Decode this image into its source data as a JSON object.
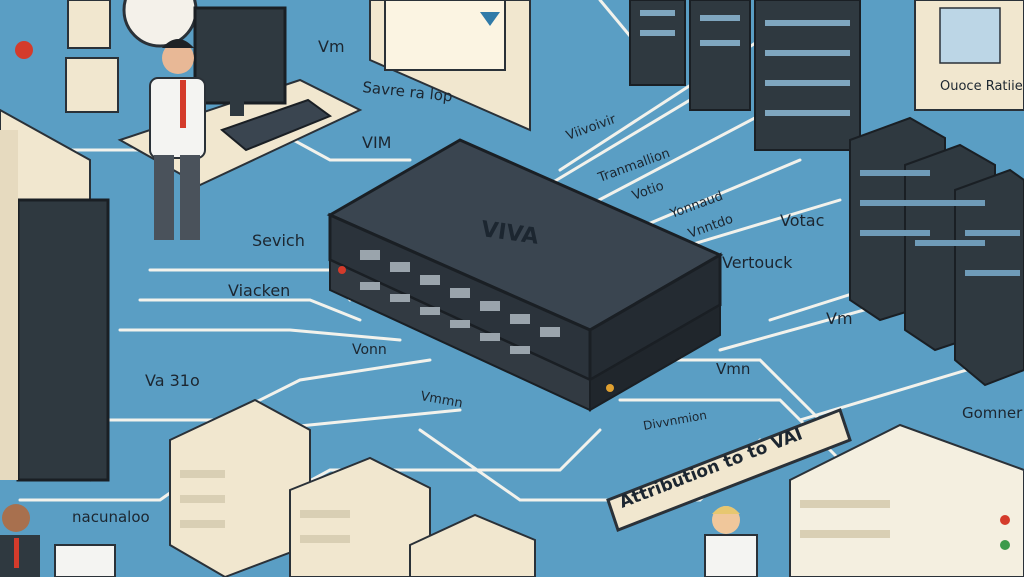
{
  "switch_logo": "VIVA",
  "labels": {
    "top_vm": "Vm",
    "server_rack_note": "Savre ra lop",
    "vm_upper": "VIM",
    "switch_left": "Sevich",
    "vlan_left": "Viacken",
    "vlan_id": "Va 31o",
    "vm_mid": "Vonn",
    "vm_lower": "Vmmn",
    "storage_note": "nacunaloo",
    "cable_bundle_1": "Viivoivir",
    "cable_bundle_2": "Tranmallion",
    "cable_bundle_3": "Votio",
    "cable_bundle_4": "Yonnaud",
    "cable_bundle_5": "Vnntdo",
    "vote_label": "Votac",
    "vertouck": "Vertouck",
    "vm_right": "Vm",
    "vm_right_lower": "Vmn",
    "division_note": "Divvnmion",
    "right_panel": "Ouoce Ratiie",
    "comment": "Gomner",
    "banner": "Attribution to to VAI"
  },
  "colors": {
    "background": "#5a9ec4",
    "switch_body": "#3a4550",
    "rack": "#2f3940",
    "server_cream": "#f1e7cf",
    "accent_red": "#d43b2b"
  }
}
